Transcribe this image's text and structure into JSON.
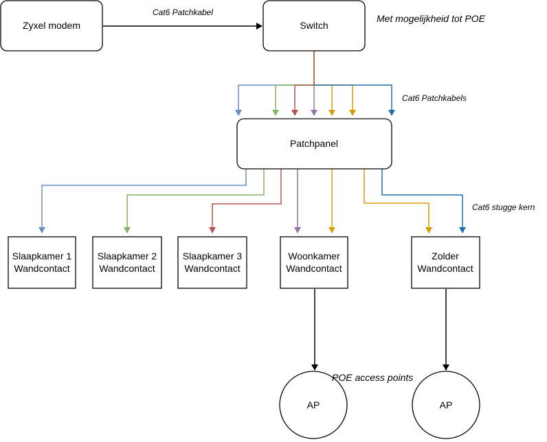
{
  "nodes": {
    "modem": "Zyxel modem",
    "switch": "Switch",
    "patchpanel": "Patchpanel",
    "slaapkamer1": [
      "Slaapkamer 1",
      "Wandcontact"
    ],
    "slaapkamer2": [
      "Slaapkamer 2",
      "Wandcontact"
    ],
    "slaapkamer3": [
      "Slaapkamer 3",
      "Wandcontact"
    ],
    "woonkamer": [
      "Woonkamer",
      "Wandcontact"
    ],
    "zolder": [
      "Zolder",
      "Wandcontact"
    ],
    "ap": "AP"
  },
  "labels": {
    "cat6_patchkabel": "Cat6 Patchkabel",
    "poe_note": "Met mogelijkheid tot POE",
    "cat6_patchkabels": "Cat6 Patchkabels",
    "cat6_stugge_kern": "Cat6 stugge kern",
    "poe_access_points": "POE access points"
  },
  "colors": {
    "blue_light": "#6c8ebf",
    "green": "#82b366",
    "red": "#b85450",
    "purple": "#9673a6",
    "yellow": "#d6a10e",
    "orange": "#d79b00",
    "blue": "#1f6fb2",
    "brown": "#a0522d",
    "black": "#000000"
  }
}
